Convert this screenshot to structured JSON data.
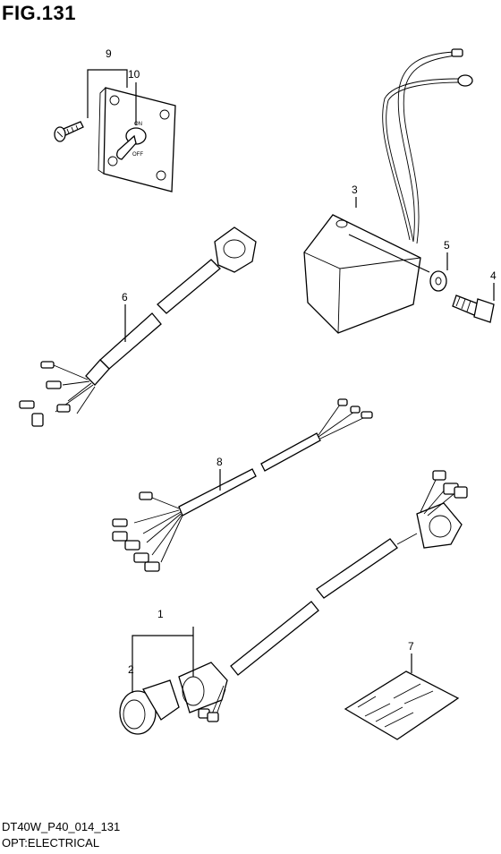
{
  "figure": {
    "title": "FIG.131"
  },
  "parts": [
    {
      "ref": "1"
    },
    {
      "ref": "2"
    },
    {
      "ref": "3"
    },
    {
      "ref": "4"
    },
    {
      "ref": "5"
    },
    {
      "ref": "6"
    },
    {
      "ref": "7"
    },
    {
      "ref": "8"
    },
    {
      "ref": "9"
    },
    {
      "ref": "10"
    }
  ],
  "switch_plate": {
    "on_text": "ON",
    "off_text": "OFF"
  },
  "footer": {
    "code": "DT40W_P40_014_131",
    "description": "OPT:ELECTRICAL"
  }
}
